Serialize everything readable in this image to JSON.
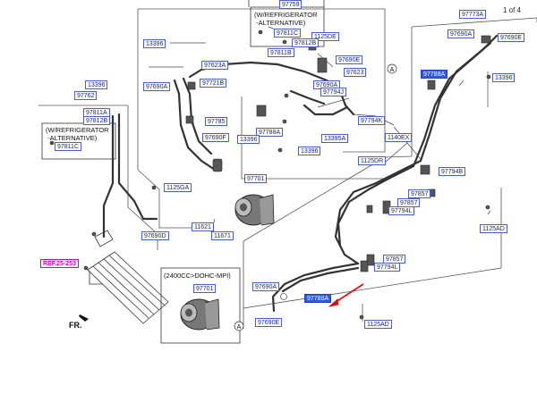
{
  "page_indicator": "1 of 4",
  "direction_label": "FR.",
  "notes": {
    "top_box": "(W/REFRIGERATOR\n -ALTERNATIVE)",
    "left_box": "(W/REFRIGERATOR\n -ALTERNATIVE)",
    "engine_box": "(2400CC>DOHC-MPI)"
  },
  "callouts": {
    "a_upper": "A",
    "a_lower": "A"
  },
  "colors": {
    "label_border": "#4a5bd6",
    "label_text": "#1a237e",
    "highlight_fill": "#2f57e8",
    "reference_color": "#d100b8",
    "arrow_color": "#e01010"
  },
  "parts": {
    "p97759": "97759",
    "p97773A": "97773A",
    "p13396_a": "13396",
    "p97811C_top": "97811C",
    "p1125DE": "1125DE",
    "p97812B_top": "97812B",
    "p97811B": "97811B",
    "p97690E_top": "97690E",
    "p97623A": "97623A",
    "p97623": "97623",
    "p97690A_right": "97690A",
    "p97690E_right": "97690E",
    "p97788A_top": "97788A",
    "p13396_right": "13396",
    "p13396_b": "13396",
    "p97690A_mid": "97690A",
    "p97794J": "97794J",
    "p97721B": "97721B",
    "p97762": "97762",
    "p97811A": "97811A",
    "p97812B_left": "97812B",
    "p97785": "97785",
    "p97794K": "97794K",
    "p97788A_mid": "97788A",
    "p13396_c": "13396",
    "p13395A": "13395A",
    "p1140EX": "1140EX",
    "p97690F": "97690F",
    "p97811C_left": "97811C",
    "p13396_d": "13396",
    "p1125DR": "1125DR",
    "p97701_top": "97701",
    "p97794B": "97794B",
    "p1125GA": "1125GA",
    "p97857_a": "97857",
    "p97857_b": "97857",
    "p97794L_a": "97794L",
    "p11621": "11621",
    "p11671": "11671",
    "p1125AD_a": "1125AD",
    "p97690D": "97690D",
    "ref_25253": "REF.25-253",
    "p97857_c": "97857",
    "p97794L_b": "97794L",
    "p97701_bottom": "97701",
    "p97690A_bottom": "97690A",
    "p97788A_bottom": "97788A",
    "p97690E_bottom": "97690E",
    "p1125AD_b": "1125AD"
  }
}
